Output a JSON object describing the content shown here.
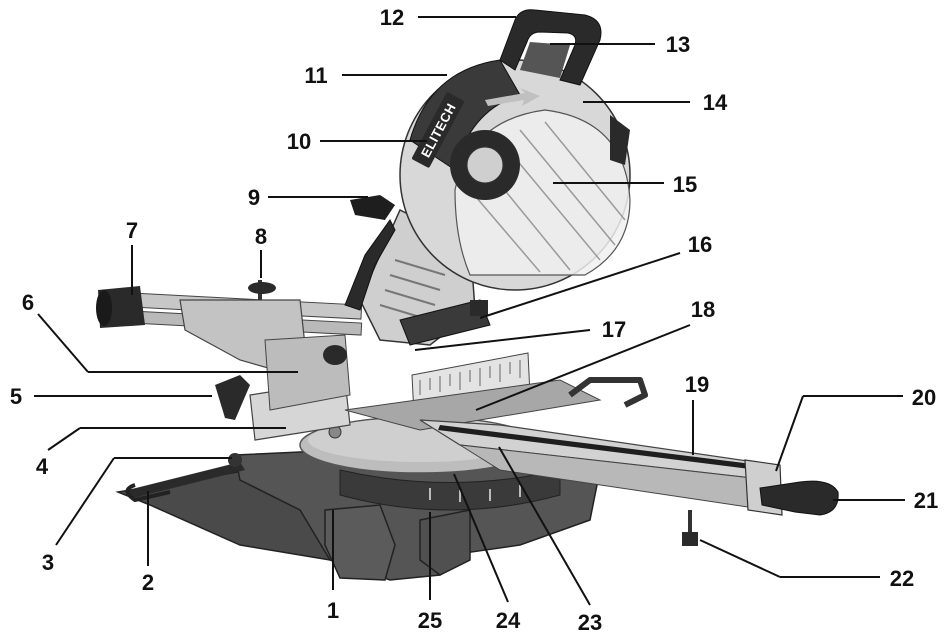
{
  "brand_logo_text": "ELITECH",
  "callouts": [
    "1",
    "2",
    "3",
    "4",
    "5",
    "6",
    "7",
    "8",
    "9",
    "10",
    "11",
    "12",
    "13",
    "14",
    "15",
    "16",
    "17",
    "18",
    "19",
    "20",
    "21",
    "22",
    "23",
    "24",
    "25"
  ],
  "colors": {
    "dark_gray": "#4a4a4a",
    "mid_gray": "#8c8c8c",
    "light_gray": "#c9c9c9",
    "silver": "#dcdcdc",
    "black": "#1e1e1e",
    "guard": "#e8e8e8"
  }
}
